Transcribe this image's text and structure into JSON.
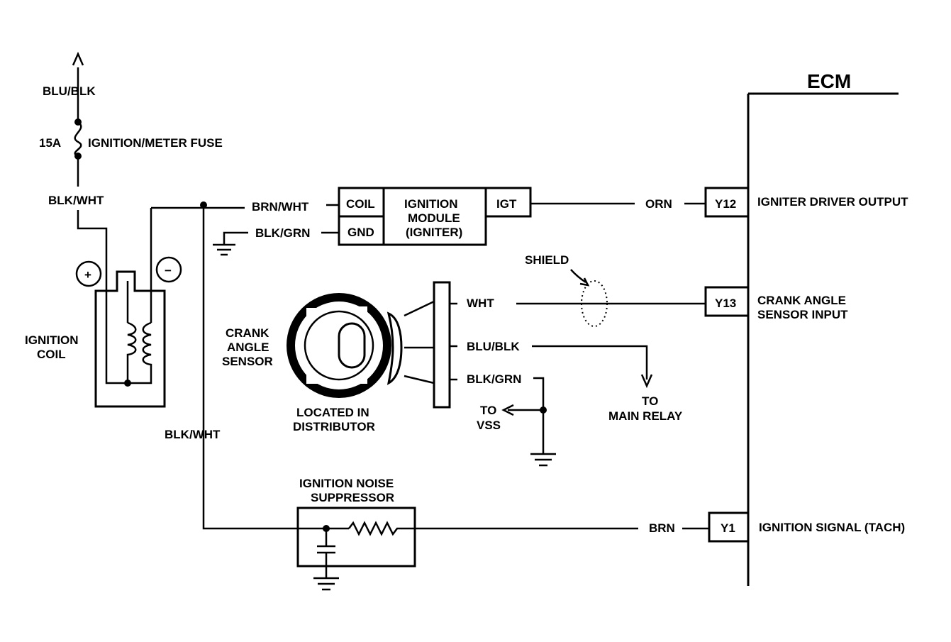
{
  "ecm": {
    "title": "ECM"
  },
  "fuse": {
    "supply_wire": "BLU/BLK",
    "rating": "15A",
    "name": "IGNITION/METER FUSE",
    "out_wire": "BLK/WHT"
  },
  "coil": {
    "plus": "+",
    "minus": "−",
    "label_line1": "IGNITION",
    "label_line2": "COIL"
  },
  "module": {
    "coil_wire": "BRN/WHT",
    "gnd_wire": "BLK/GRN",
    "coil_pin": "COIL",
    "gnd_pin": "GND",
    "name_line1": "IGNITION",
    "name_line2": "MODULE",
    "name_line3": "(IGNITER)",
    "igt_pin": "IGT",
    "out_wire": "ORN"
  },
  "ecm_pins": {
    "y12": {
      "pin": "Y12",
      "label": "IGNITER DRIVER OUTPUT"
    },
    "y13": {
      "pin": "Y13",
      "label_line1": "CRANK ANGLE",
      "label_line2": "SENSOR INPUT"
    },
    "y1": {
      "pin": "Y1",
      "label": "IGNITION SIGNAL (TACH)"
    }
  },
  "sensor": {
    "label_line1": "CRANK",
    "label_line2": "ANGLE",
    "label_line3": "SENSOR",
    "location_line1": "LOCATED IN",
    "location_line2": "DISTRIBUTOR",
    "shield": "SHIELD",
    "wht_wire": "WHT",
    "blu_wire": "BLU/BLK",
    "blk_wire": "BLK/GRN",
    "to_main_line1": "TO",
    "to_main_line2": "MAIN RELAY",
    "to_vss_line1": "TO",
    "to_vss_line2": "VSS"
  },
  "suppressor": {
    "label_line1": "IGNITION NOISE",
    "label_line2": "SUPPRESSOR",
    "feed_wire": "BLK/WHT",
    "out_wire": "BRN"
  }
}
